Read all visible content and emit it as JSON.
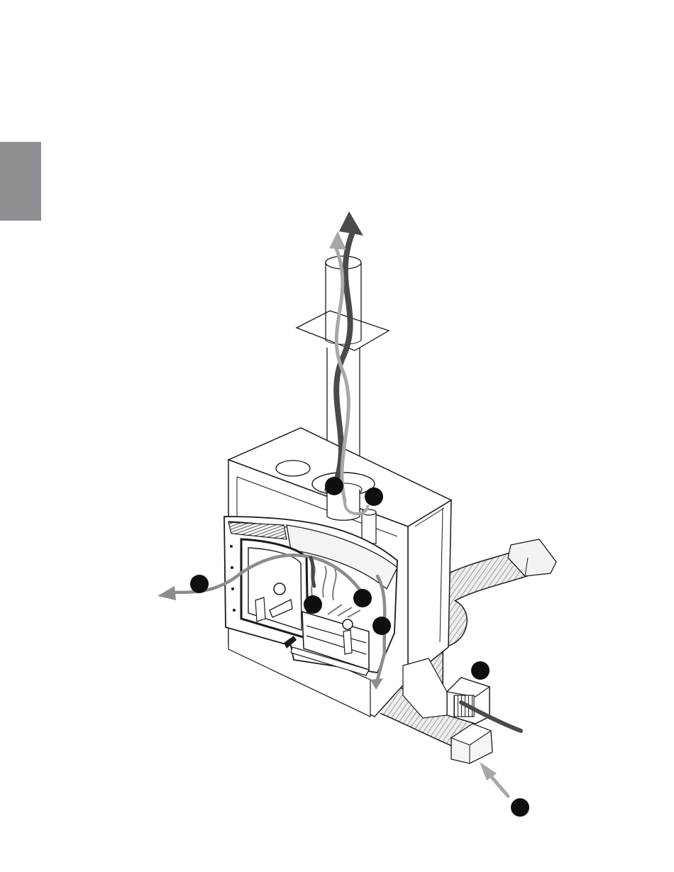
{
  "page": {
    "background": "#ffffff",
    "side_tab_color": "#8f8f93"
  },
  "diagram": {
    "subject": "wood-fireplace-insert-airflow",
    "colors": {
      "line": "#1a1a1a",
      "flue_gas_arrow": "#4a4a4c",
      "outside_air_arrow": "#a8a8aa",
      "room_air_arrow": "#8c8c8e",
      "callout_marker": "#0f0f0f",
      "duct_fill": "#e9e9e9",
      "unit_fill": "#ffffff"
    },
    "callouts": [
      {
        "name": "callout-flue-collar"
      },
      {
        "name": "callout-air-inlet-top"
      },
      {
        "name": "callout-room-air-outlet"
      },
      {
        "name": "callout-firebox-air-left"
      },
      {
        "name": "callout-firebox-air-right"
      },
      {
        "name": "callout-side-channel"
      },
      {
        "name": "callout-blower-box"
      },
      {
        "name": "callout-outside-air-intake"
      }
    ]
  }
}
